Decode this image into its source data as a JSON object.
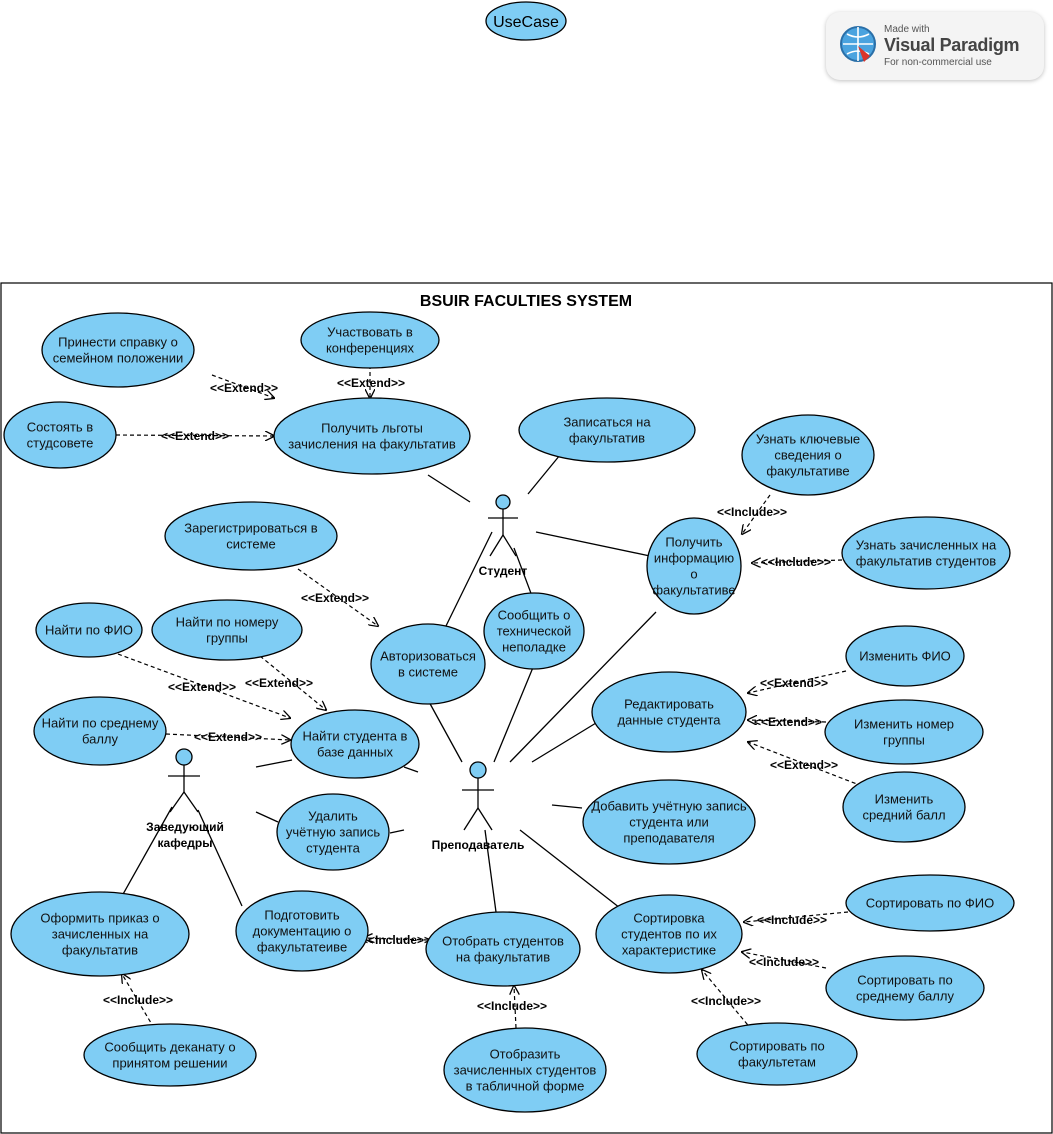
{
  "frame_title": "UseCase",
  "watermark": {
    "made_with": "Made with",
    "brand": "Visual Paradigm",
    "note": "For non-commercial use"
  },
  "colors": {
    "use_case_fill": "#7fcdf4",
    "line": "#000000",
    "background": "#ffffff"
  },
  "system": {
    "title": "BSUIR FACULTIES SYSTEM"
  },
  "actors": {
    "student": "Студент",
    "teacher": "Преподаватель",
    "head": [
      "Заведующий",
      "кафедры"
    ]
  },
  "use_cases": {
    "certificate": [
      "Принести справку о",
      "семейном положении"
    ],
    "conference": [
      "Участвовать в",
      "конференциях"
    ],
    "council": [
      "Состоять в",
      "студсовете"
    ],
    "benefits": [
      "Получить льготы",
      "зачисления на факультатив"
    ],
    "enroll": [
      "Записаться на",
      "факультатив"
    ],
    "key_info": [
      "Узнать ключевые",
      "сведения о",
      "факультативе"
    ],
    "register": [
      "Зарегистрироваться в",
      "системе"
    ],
    "get_info": [
      "Получить",
      "информацию",
      "о",
      "факультативе"
    ],
    "enrolled_list": [
      "Узнать зачисленных на",
      "факультатив студентов"
    ],
    "find_fio": [
      "Найти по ФИО"
    ],
    "find_group": [
      "Найти по  номеру",
      "группы"
    ],
    "report_issue": [
      "Сообщить о",
      "технической",
      "неполадке"
    ],
    "login": [
      "Авторизоваться",
      "в системе"
    ],
    "change_fio": [
      "Изменить ФИО"
    ],
    "edit_student": [
      "Редактировать",
      "данные студента"
    ],
    "find_avg": [
      "Найти по среднему",
      "баллу"
    ],
    "find_student": [
      "Найти студента в",
      "базе данных"
    ],
    "change_group": [
      "Изменить номер",
      "группы"
    ],
    "change_avg": [
      "Изменить",
      "средний балл"
    ],
    "delete_account": [
      "Удалить",
      "учётную запись",
      "студента"
    ],
    "add_account": [
      "Добавить учётную запись",
      "студента или",
      "преподавателя"
    ],
    "order": [
      "Оформить приказ о",
      "зачисленных на",
      "факультатив"
    ],
    "prepare_docs": [
      "Подготовить",
      "документацию о",
      "факультатеиве"
    ],
    "select_students": [
      "Отобрать студентов",
      "на факультатив"
    ],
    "sort_chars": [
      "Сортировка",
      "студентов по их",
      "характеристике"
    ],
    "sort_fio": [
      "Сортировать по ФИО"
    ],
    "sort_avg": [
      "Сортировать по",
      "среднему баллу"
    ],
    "notify_dean": [
      "Сообщить деканату о",
      "принятом решении"
    ],
    "show_table": [
      "Отобразить",
      "зачисленных студентов",
      "в табличной форме"
    ],
    "sort_faculty": [
      "Сортировать по",
      "факультетам"
    ]
  },
  "relationships": {
    "extend": "<<Extend>>",
    "include": "<<Include>>"
  }
}
